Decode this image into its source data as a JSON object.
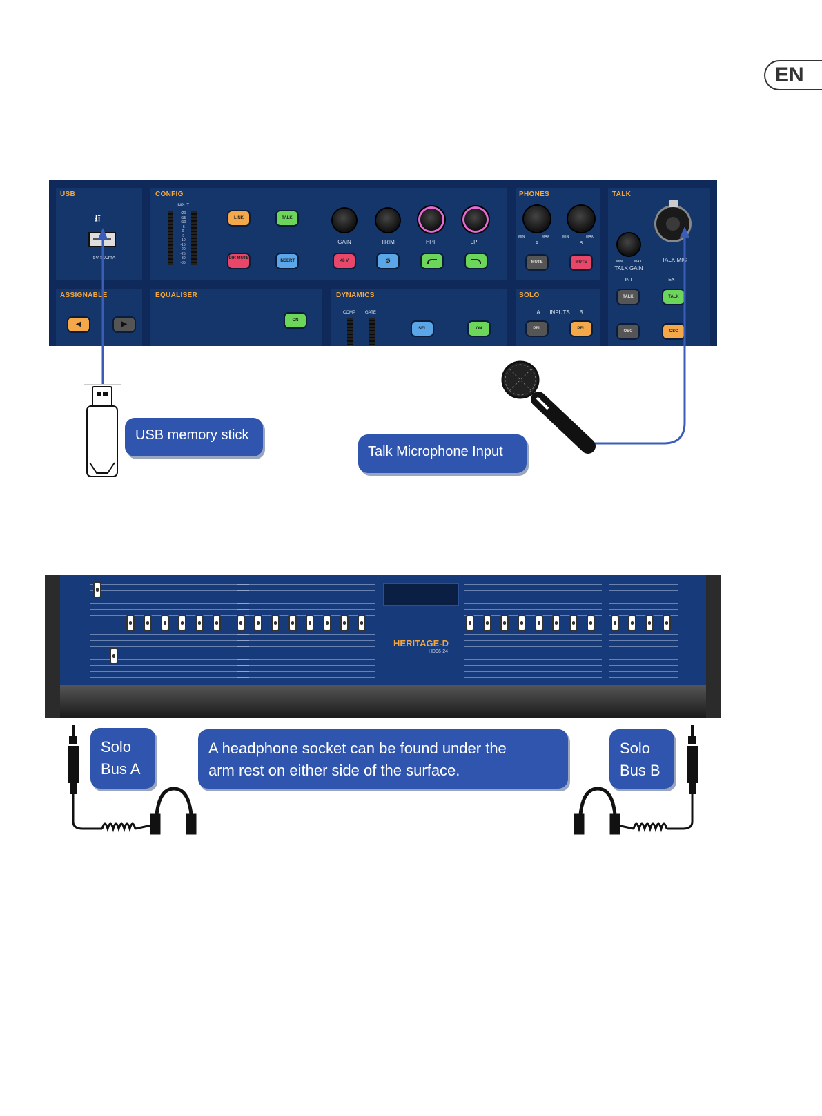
{
  "lang_badge": "EN",
  "panel": {
    "usb": {
      "title": "USB",
      "label": "5V 500mA",
      "icon": "usb-icon"
    },
    "config": {
      "title": "CONFIG",
      "input_label": "INPUT",
      "meter_scale": [
        "+20",
        "+15",
        "+10",
        "+5",
        "0",
        "-5",
        "-10",
        "-15",
        "-20",
        "-25",
        "-30",
        "-35"
      ],
      "buttons": {
        "link": "LINK",
        "talk": "TALK",
        "dir_mute": "DIR MUTE",
        "insert": "INSERT",
        "v48": "48 V",
        "phase": "Ø"
      },
      "knobs": {
        "gain": "GAIN",
        "trim": "TRIM",
        "hpf": "HPF",
        "lpf": "LPF"
      }
    },
    "phones": {
      "title": "PHONES",
      "min": "MIN",
      "max": "MAX",
      "a": "A",
      "b": "B",
      "mute": "MUTE"
    },
    "talk": {
      "title": "TALK",
      "talk_gain": "TALK GAIN",
      "talk_mic": "TALK MIC",
      "int": "INT",
      "ext": "EXT",
      "talk_btn": "TALK",
      "osc": "OSC",
      "min": "MIN",
      "max": "MAX"
    },
    "assignable": {
      "title": "ASSIGNABLE"
    },
    "equaliser": {
      "title": "EQUALISER",
      "on": "ON"
    },
    "dynamics": {
      "title": "DYNAMICS",
      "comp": "COMP",
      "gate": "GATE",
      "sel": "SEL",
      "on": "ON"
    },
    "solo": {
      "title": "SOLO",
      "inputs": "INPUTS",
      "a": "A",
      "b": "B",
      "pfl": "PFL"
    }
  },
  "callouts": {
    "usb": "USB memory stick",
    "talk_mic": "Talk Microphone Input",
    "solo_a_line1": "Solo",
    "solo_a_line2": "Bus A",
    "headphone_line1": "A headphone socket can be found under the",
    "headphone_line2": "arm rest on either side of the surface.",
    "solo_b_line1": "Solo",
    "solo_b_line2": "Bus B"
  },
  "console": {
    "brand": "HERITAGE-D",
    "model": "HD96-24"
  },
  "colors": {
    "panel": "#0f2a5a",
    "section": "#15366b",
    "accent": "#f4a73c",
    "callout": "#2f55ae",
    "line": "#3a5db8"
  }
}
